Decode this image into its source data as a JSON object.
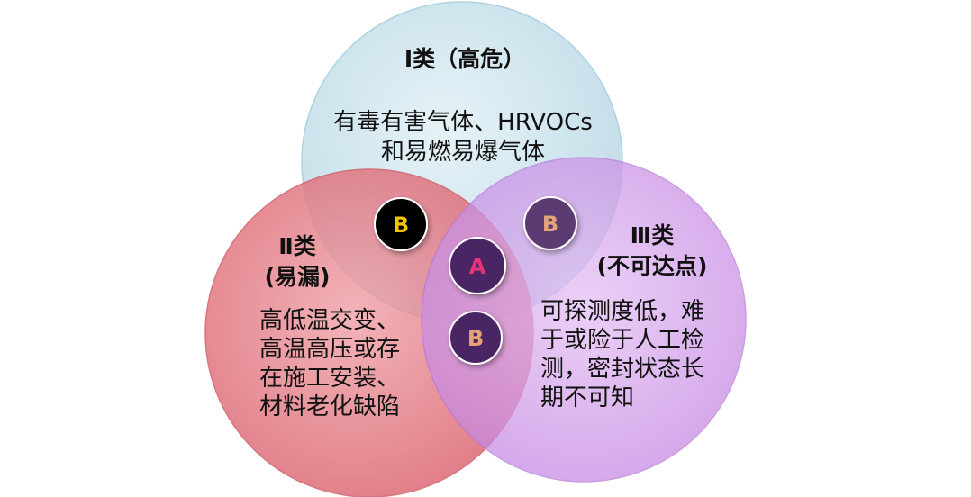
{
  "circles": {
    "class1": {
      "title": "Ⅰ类（高危）",
      "lines": [
        "有毒有害气体、HRVOCs",
        "和易燃易爆气体"
      ],
      "color": "#c9e3ee"
    },
    "class2": {
      "title_line1": "Ⅱ类",
      "title_line2": "(易漏)",
      "lines": [
        "高低温交变、",
        "高温高压或存",
        "在施工安装、",
        "材料老化缺陷"
      ],
      "color": "#e06c79"
    },
    "class3": {
      "title_line1": "Ⅲ类",
      "title_line2": "(不可达点)",
      "lines": [
        "可探测度低，难",
        "于或险于人工检",
        "测，密封状态长",
        "期不可知"
      ],
      "color": "#c98ae6"
    }
  },
  "badges": {
    "b_top_left": {
      "label": "B",
      "fill": "#000000",
      "text_color": "#f5c400"
    },
    "b_top_right": {
      "label": "B",
      "fill": "#5b3a72",
      "text_color": "#e6a37a"
    },
    "a_center": {
      "label": "A",
      "fill": "#4a2563",
      "text_color": "#e8327a"
    },
    "b_bottom": {
      "label": "B",
      "fill": "#4a2563",
      "text_color": "#e6a37a"
    }
  }
}
